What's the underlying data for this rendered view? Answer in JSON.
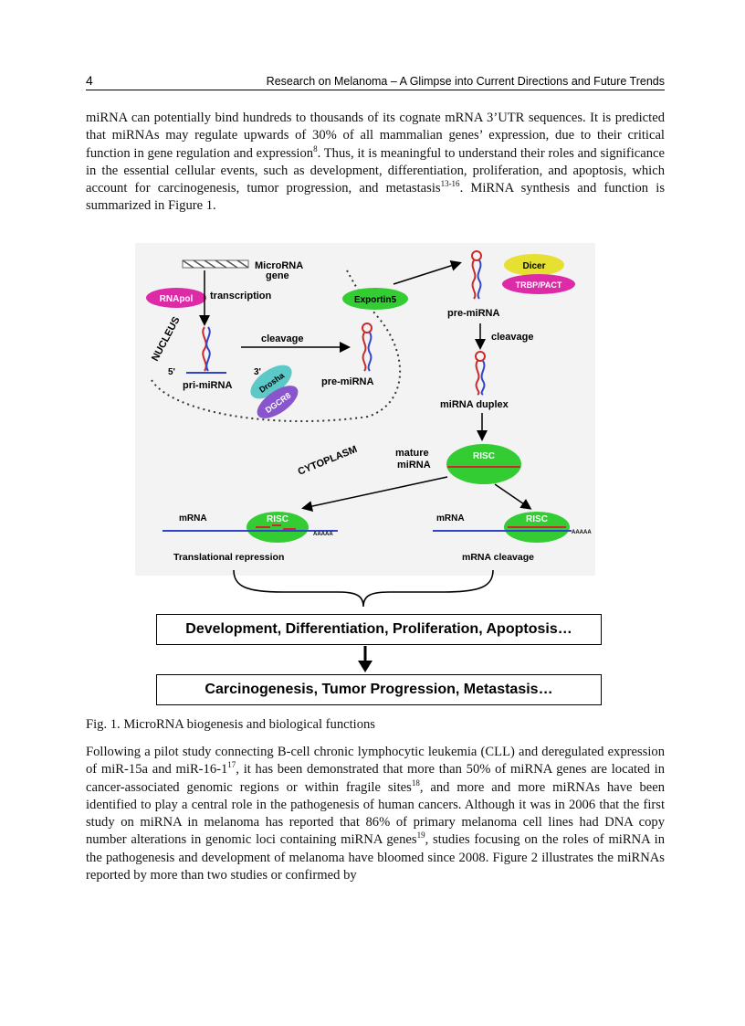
{
  "header": {
    "page_number": "4",
    "running_title": "Research on Melanoma – A Glimpse into Current Directions and Future Trends"
  },
  "paragraph1": {
    "s1": "miRNA can potentially bind hundreds to thousands of its cognate mRNA 3’UTR sequences. It is predicted that miRNAs may regulate upwards of 30% of all mammalian genes’ expression, due to their critical function in gene regulation and expression",
    "ref1": "8",
    "s2": ". Thus, it is meaningful to understand their roles and significance in the essential cellular events, such as development, differentiation, proliferation, and apoptosis, which account for carcinogenesis, tumor progression, and metastasis",
    "ref2": "13-16",
    "s3": ". MiRNA synthesis and function is summarized in Figure 1."
  },
  "figure": {
    "labels": {
      "microrna_gene_1": "MicroRNA",
      "microrna_gene_2": "gene",
      "rnapol": "RNApol",
      "transcription": "transcription",
      "exportin5": "Exportin5",
      "dicer": "Dicer",
      "trbp_pact": "TRBP/PACT",
      "pre_mirna_top": "pre-miRNA",
      "nucleus": "NUCLEUS",
      "cleavage_left": "cleavage",
      "cleavage_right": "cleavage",
      "five_prime": "5'",
      "three_prime": "3'",
      "pri_mirna": "pri-miRNA",
      "drosha": "Drosha",
      "dgcr8": "DGCR8",
      "pre_mirna_mid": "pre-miRNA",
      "mirna_duplex": "miRNA duplex",
      "cytoplasm": "CYTOPLASM",
      "mature_1": "mature",
      "mature_2": "miRNA",
      "risc_center": "RISC",
      "mrna_left": "mRNA",
      "risc_left": "RISC",
      "aaaaa_left": "AAAAA",
      "mrna_right": "mRNA",
      "risc_right": "RISC",
      "aaaaa_right": "AAAAA",
      "translational_repression": "Translational repression",
      "mrna_cleavage": "mRNA cleavage"
    },
    "colors": {
      "green": "#33cc33",
      "yellow": "#e6e033",
      "magenta": "#dd2ba8",
      "teal": "#5cc8c8",
      "purple": "#8855cc",
      "red": "#cc2a2a",
      "blue": "#3344cc"
    },
    "box_top": "Development, Differentiation, Proliferation, Apoptosis…",
    "box_bottom": "Carcinogenesis, Tumor Progression, Metastasis…",
    "caption": "Fig. 1. MicroRNA biogenesis and biological functions"
  },
  "paragraph2": {
    "s1": "Following a pilot study connecting B-cell chronic lymphocytic leukemia (CLL) and deregulated expression of miR-15a and miR-16-1",
    "ref1": "17",
    "s2": ", it has been demonstrated that more than 50% of miRNA genes are located in cancer-associated genomic regions or within fragile sites",
    "ref2": "18",
    "s3": ", and more and more miRNAs have been identified to play a central role in the pathogenesis of human cancers. Although it was in 2006 that the first study on miRNA in melanoma has reported that 86% of primary melanoma cell lines had DNA copy number alterations in genomic loci containing miRNA genes",
    "ref3": "19",
    "s4": ", studies focusing on the roles of miRNA in the pathogenesis and development of melanoma have bloomed since 2008. Figure 2 illustrates the miRNAs reported by more than two studies or confirmed by"
  }
}
